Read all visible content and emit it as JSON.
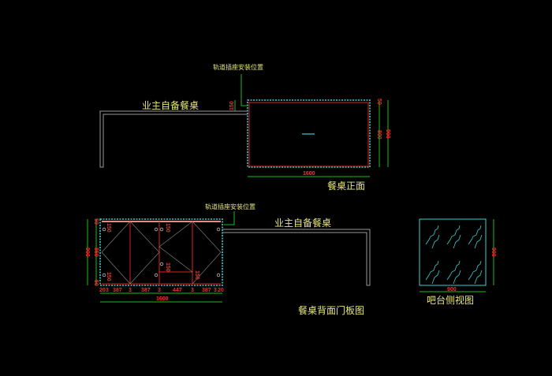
{
  "front_view": {
    "title": "餐桌正面",
    "owner_table_label": "业主自备餐桌",
    "callout": "轨道插座安装位置",
    "dims": {
      "width": "1600",
      "height_total": "900",
      "top": "50",
      "middle": "800",
      "left_offset": "150"
    }
  },
  "back_view": {
    "title": "餐桌背面门板图",
    "owner_table_label": "业主自备餐桌",
    "callout": "轨道插座安装位置",
    "dims": {
      "width": "1600",
      "height_total": "900",
      "left_parts": [
        "50",
        "850",
        "50"
      ],
      "bottom_parts": [
        "20",
        "3",
        "387",
        "3",
        "387",
        "3",
        "447",
        "3",
        "387",
        "3",
        "20"
      ],
      "door_labels": [
        "150",
        "150",
        "150",
        "150",
        "150"
      ]
    }
  },
  "side_view": {
    "title": "吧台侧视图",
    "dims": {
      "width": "900",
      "height": "900"
    }
  },
  "colors": {
    "background": "#000000",
    "label": "#e6e67a",
    "dimension": "#ff2a2a",
    "dim_line": "#19c019",
    "outline": "#3ad0d0"
  }
}
